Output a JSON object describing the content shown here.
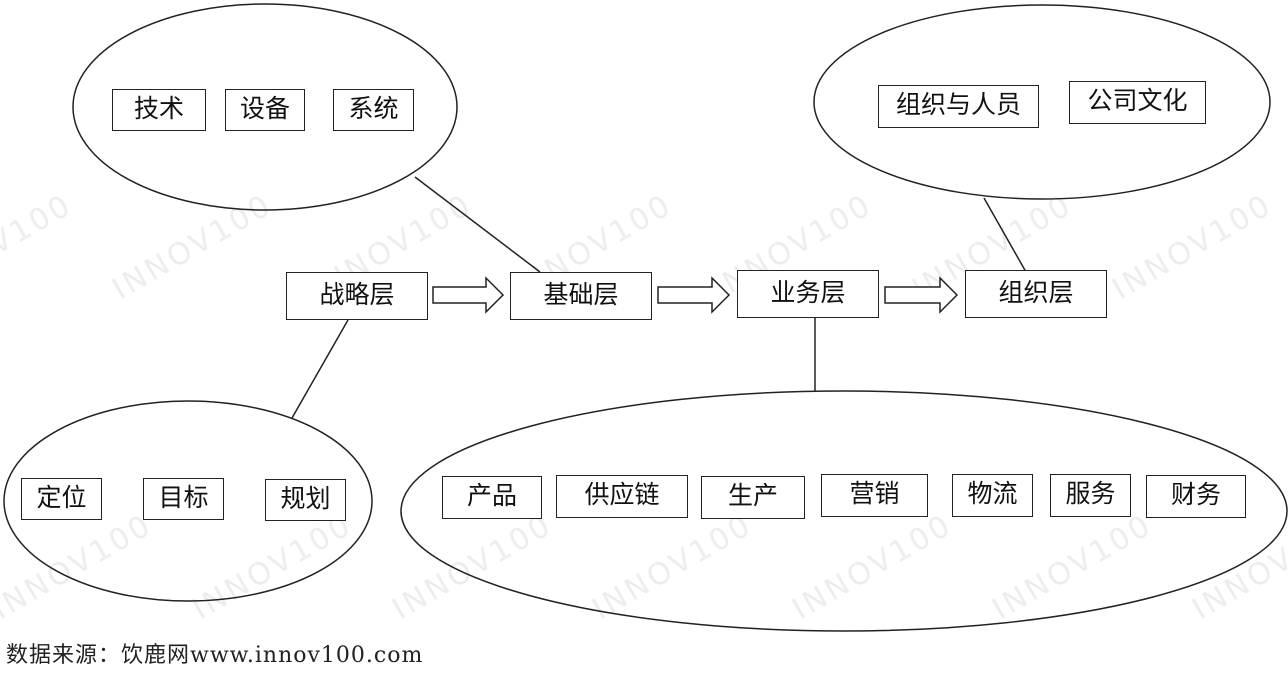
{
  "layers": {
    "strategy": "战略层",
    "foundation": "基础层",
    "business": "业务层",
    "organization": "组织层"
  },
  "foundation_group": [
    "技术",
    "设备",
    "系统"
  ],
  "organization_group": [
    "组织与人员",
    "公司文化"
  ],
  "strategy_group": [
    "定位",
    "目标",
    "规划"
  ],
  "business_group": [
    "产品",
    "供应链",
    "生产",
    "营销",
    "物流",
    "服务",
    "财务"
  ],
  "source": "数据来源：饮鹿网www.innov100.com",
  "watermark": "INNOV100"
}
